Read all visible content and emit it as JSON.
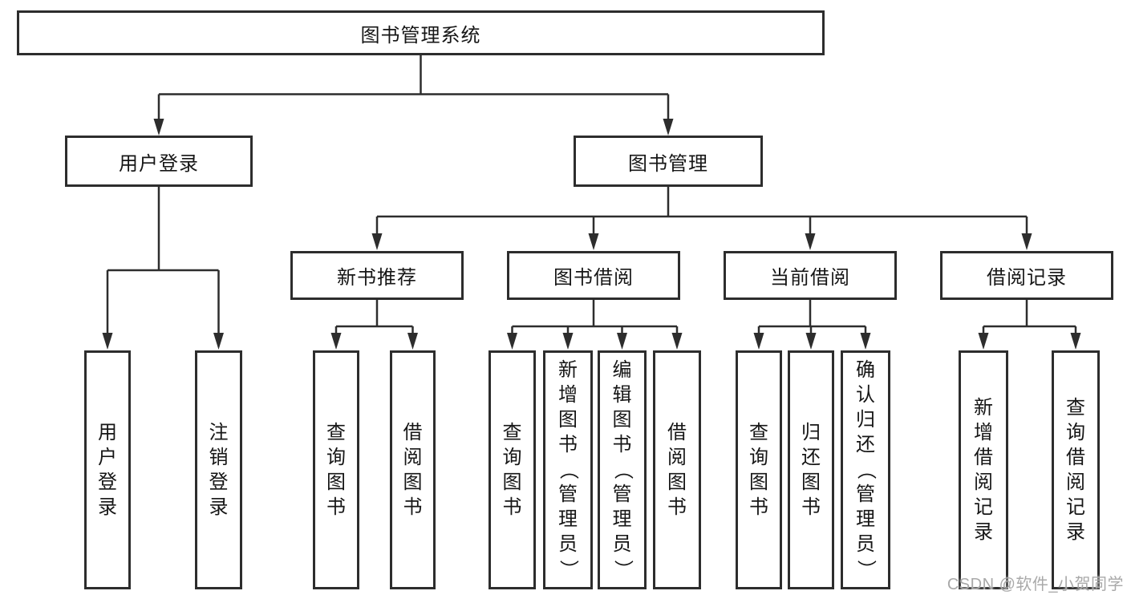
{
  "tree": {
    "label": "图书管理系统",
    "children": [
      {
        "label": "用户登录",
        "children": [
          {
            "label": "用户登录"
          },
          {
            "label": "注销登录"
          }
        ]
      },
      {
        "label": "图书管理",
        "children": [
          {
            "label": "新书推荐",
            "children": [
              {
                "label": "查询图书"
              },
              {
                "label": "借阅图书"
              }
            ]
          },
          {
            "label": "图书借阅",
            "children": [
              {
                "label": "查询图书"
              },
              {
                "label": "新增图书（管理员）"
              },
              {
                "label": "编辑图书（管理员）"
              },
              {
                "label": "借阅图书"
              }
            ]
          },
          {
            "label": "当前借阅",
            "children": [
              {
                "label": "查询图书"
              },
              {
                "label": "归还图书"
              },
              {
                "label": "确认归还（管理员）"
              }
            ]
          },
          {
            "label": "借阅记录",
            "children": [
              {
                "label": "新增借阅记录"
              },
              {
                "label": "查询借阅记录"
              }
            ]
          }
        ]
      }
    ]
  },
  "watermark": {
    "text": "CSDN @软件_小贺同学"
  },
  "colors": {
    "line": "#2d2d2d",
    "box_border": "#2d2d2d",
    "text": "#161616",
    "watermark": "#a9a9a9",
    "background": "#ffffff"
  }
}
